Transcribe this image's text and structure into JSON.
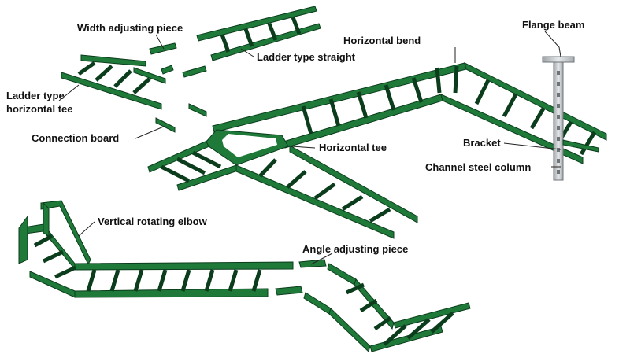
{
  "diagram": {
    "labels": {
      "width_adjusting_piece": "Width adjusting piece",
      "ladder_type_straight": "Ladder type straight",
      "horizontal_bend": "Horizontal bend",
      "flange_beam": "Flange beam",
      "ladder_type_horizontal_tee_line1": "Ladder type",
      "ladder_type_horizontal_tee_line2": "horizontal tee",
      "connection_board": "Connection board",
      "horizontal_tee": "Horizontal tee",
      "bracket": "Bracket",
      "channel_steel_column": "Channel steel column",
      "vertical_rotating_elbow": "Vertical rotating elbow",
      "angle_adjusting_piece": "Angle adjusting piece"
    },
    "colors": {
      "tray_green": "#1f7a3a",
      "tray_dark": "#0b3d1c",
      "column_gray": "#c9cccf",
      "label_text": "#111111"
    }
  }
}
